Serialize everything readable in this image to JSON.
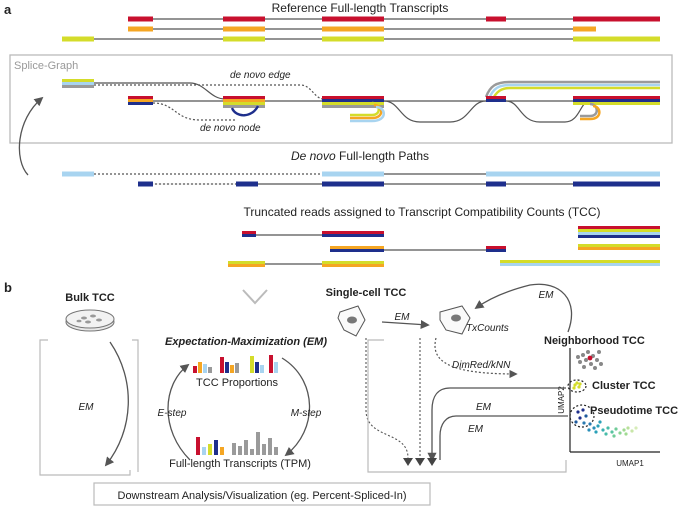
{
  "panel_a": {
    "letter": "a",
    "reference_title": "Reference Full-length Transcripts",
    "splice_graph_label": "Splice-Graph",
    "de_novo_edge": "de novo edge",
    "de_novo_node": "de novo node",
    "paths_title_italic": "De novo",
    "paths_title_rest": " Full-length Paths",
    "truncated_title": "Truncated reads assigned to Transcript Compatibility Counts (TCC)"
  },
  "panel_b": {
    "letter": "b",
    "bulk_tcc": "Bulk TCC",
    "em_left": "EM",
    "em_title": "Expectation-Maximization (EM)",
    "tcc_proportions": "TCC Proportions",
    "e_step": "E-step",
    "m_step": "M-step",
    "full_length_tpm": "Full-length Transcripts (TPM)",
    "single_cell_tcc": "Single-cell TCC",
    "em_sc": "EM",
    "tx_counts": "TxCounts",
    "em_top_right": "EM",
    "dimred_knn": "DimRed/kNN",
    "neighborhood_tcc": "Neighborhood TCC",
    "cluster_tcc": "Cluster TCC",
    "pseudotime_tcc": "Pseudotime TCC",
    "em_cluster": "EM",
    "em_pseudo": "EM",
    "umap1": "UMAP1",
    "umap2": "UMAP2",
    "downstream": "Downstream Analysis/Visualization (eg. Percent-Spliced-In)"
  },
  "colors": {
    "red": "#c8102e",
    "orange": "#f5a623",
    "yellow": "#d4dc2a",
    "light_blue": "#a8d4f0",
    "dark_blue": "#1e2f8c",
    "gray": "#9a9a9a",
    "line": "#555555"
  }
}
